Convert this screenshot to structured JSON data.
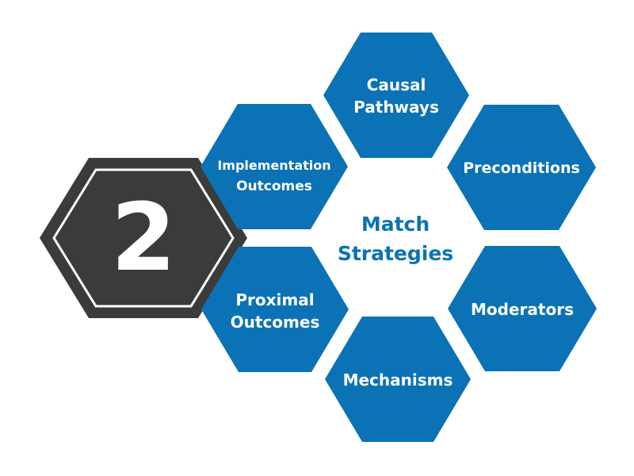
{
  "colors": {
    "hex_fill": "#0b72b5",
    "badge_fill": "#3b3b3b",
    "badge_border": "#ffffff",
    "center_text": "#0b72b5",
    "label_text": "#ffffff"
  },
  "step_badge": {
    "number": "2"
  },
  "center": {
    "line1": "Match",
    "line2": "Strategies"
  },
  "hexagons": {
    "causal_pathways": {
      "line1": "Causal",
      "line2": "Pathways"
    },
    "preconditions": {
      "line1": "Preconditions"
    },
    "moderators": {
      "line1": "Moderators"
    },
    "mechanisms": {
      "line1": "Mechanisms"
    },
    "proximal_outcomes": {
      "line1": "Proximal",
      "line2": "Outcomes"
    },
    "implementation_outcomes": {
      "line1": "Implementation",
      "line2": "Outcomes"
    }
  }
}
